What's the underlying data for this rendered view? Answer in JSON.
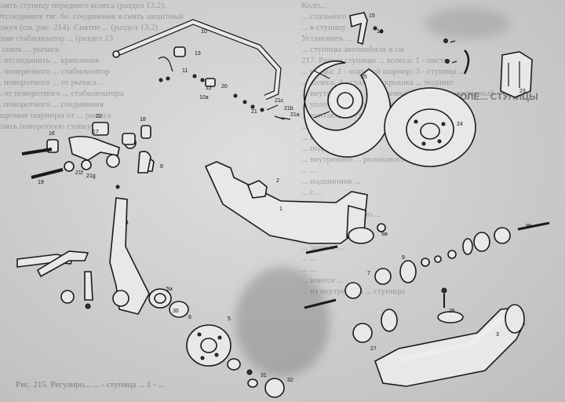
{
  "background_text": {
    "left_lines": [
      "Снять ступицу переднего колеса (раздел 13.2).",
      "Отсоедините тяг. бо. соединения в снять защитный",
      "кожух (см. рис. 214). Снятие ... (раздел 13.2)",
      "Сняв стабилизатор ... (раздел 13",
      "и снять ... рычага.",
      "... отсоединить ... крепления",
      "... поперечного ... стабилизатор",
      "... поворотного ... от рычага ...",
      "... от поворотного ... стабилизатора",
      "... поворотного ... соединения",
      "шаровые шарниры от ... рычага",
      "Снять поворотную стойку"
    ],
    "right_lines": [
      "Колп...",
      "... стального ...",
      "... в ступицу",
      "Установить ...",
      "",
      "",
      "... ступицы автомобиля и сн",
      "",
      "217. Разрез ступицы ... колеса: 1 - посте",
      "... цапфа; 2 - шаровой шарнир; 3 - ступица ...",
      "... колеса; 4 - стальная крышка ... подшип",
      "... внутренний; 6 - роликовый подшипник наружный",
      "... уплотнительное ... кольцо ступицы",
      "... контакт; 10 - защитный ...",
      "",
      "... наз...",
      "... ное кольцо ...",
      "... подшипник ...",
      "... внутренней ... роликового ...",
      "... ...",
      "... подшипник ...",
      "... с ...",
      "... снять ...",
      "... последовательно ...",
      "... роликов ...",
      "... подшипник ...",
      "... замена ...",
      "... ...",
      "... ...",
      "... износе ...",
      "... из внутренней ... ступицы"
    ],
    "heading_right": "...ОГО КОЛЕ... СТУПИЦЫ",
    "caption_bottom": "Рис. 215. Регулиро... ... - ступица ... 1 - ..."
  },
  "diagram": {
    "callouts": [
      "10",
      "15",
      "14",
      "13",
      "11",
      "12",
      "20",
      "10a",
      "21c",
      "21b",
      "21a",
      "21",
      "16",
      "22",
      "19",
      "17",
      "21f",
      "21g",
      "18",
      "8",
      "4",
      "3",
      "2",
      "1",
      "23",
      "24",
      "25",
      "5",
      "5a",
      "6",
      "7",
      "9",
      "9a",
      "9b",
      "26",
      "27",
      "31",
      "32",
      "30"
    ]
  }
}
